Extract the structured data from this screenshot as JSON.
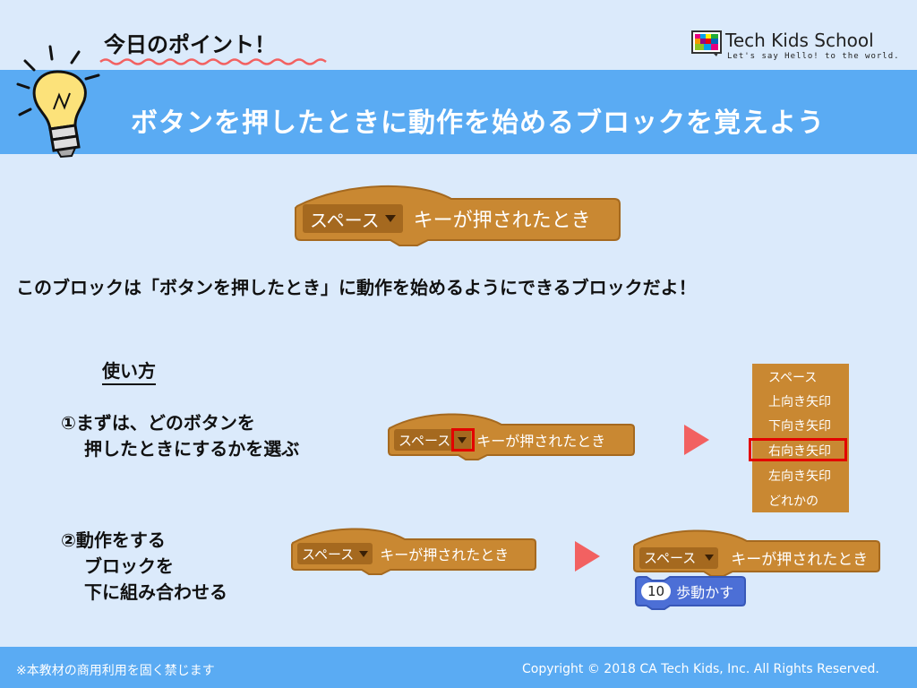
{
  "header": {
    "heading": "今日のポイント！",
    "banner_title": "ボタンを押したときに動作を始めるブロックを覚えよう",
    "logo_name": "Tech Kids School",
    "logo_tagline": "Let's say Hello! to the world."
  },
  "block": {
    "dropdown_value": "スペース",
    "label": "キーが押されたとき"
  },
  "description": "このブロックは「ボタンを押したとき」に動作を始めるようにできるブロックだよ！",
  "usage": {
    "title": "使い方",
    "step1_line1": "①まずは、どのボタンを",
    "step1_line2": "押したときにするかを選ぶ",
    "step2_line1": "②動作をする",
    "step2_line2": "ブロックを",
    "step2_line3": "下に組み合わせる"
  },
  "menu": {
    "items": [
      "スペース",
      "上向き矢印",
      "下向き矢印",
      "右向き矢印",
      "左向き矢印",
      "どれかの"
    ],
    "selected": "右向き矢印"
  },
  "motion_block": {
    "value": "10",
    "label": "歩動かす"
  },
  "footer": {
    "left": "※本教材の商用利用を固く禁じます",
    "right": "Copyright © 2018 CA Tech Kids, Inc. All Rights Reserved."
  },
  "colors": {
    "banner": "#5aabf3",
    "background": "#dbeafb",
    "event_block": "#c98832",
    "motion_block": "#4c6fd6",
    "accent_red": "#f26161",
    "highlight": "#e30000"
  }
}
